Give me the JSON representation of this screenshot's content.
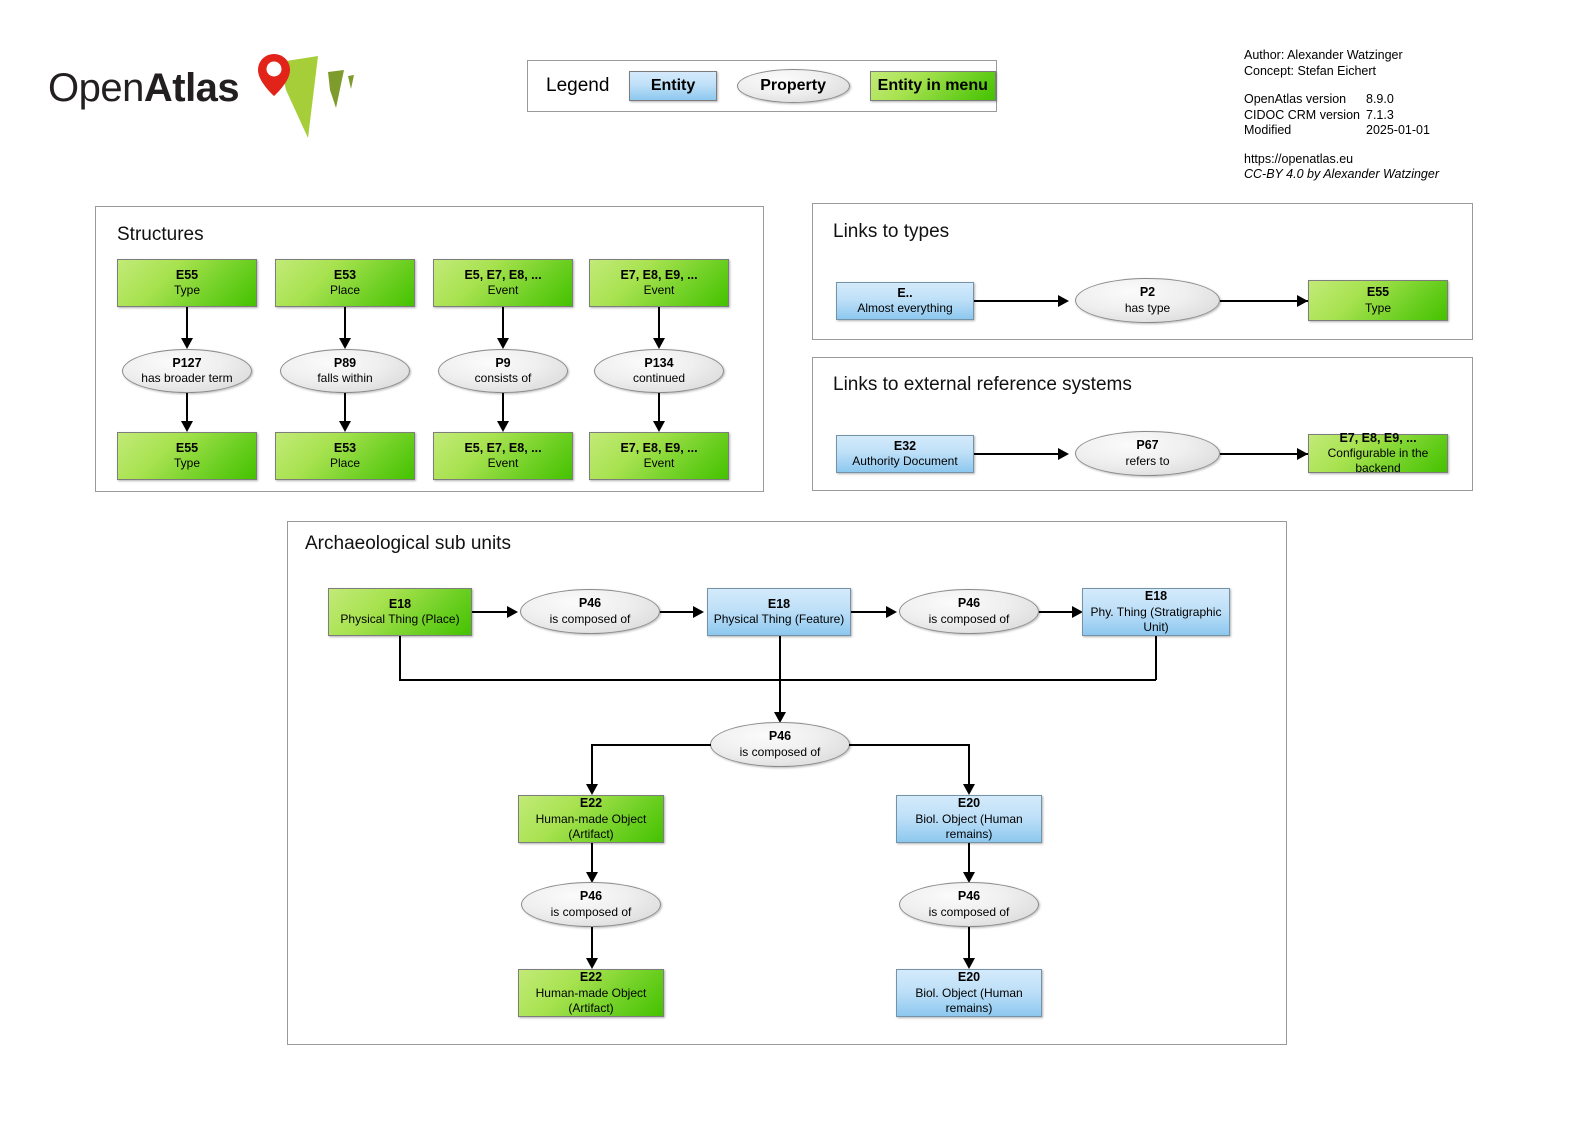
{
  "logo": {
    "text_light": "Open",
    "text_bold": "Atlas",
    "icon": "map-pin-icon"
  },
  "legend": {
    "label": "Legend",
    "entity": "Entity",
    "property": "Property",
    "entity_in_menu": "Entity in menu"
  },
  "meta": {
    "author": "Author: Alexander Watzinger",
    "concept": "Concept: Stefan Eichert",
    "openatlas_version_label": "OpenAtlas version",
    "openatlas_version_value": "8.9.0",
    "cidoc_version_label": "CIDOC CRM version",
    "cidoc_version_value": "7.1.3",
    "modified_label": "Modified",
    "modified_value": "2025-01-01",
    "url": "https://openatlas.eu",
    "license": "CC-BY 4.0 by Alexander Watzinger"
  },
  "panels": {
    "structures": {
      "title": "Structures",
      "columns": [
        {
          "source": {
            "code": "E55",
            "name": "Type",
            "style": "green"
          },
          "property": {
            "code": "P127",
            "name": "has broader term"
          },
          "target": {
            "code": "E55",
            "name": "Type",
            "style": "green"
          }
        },
        {
          "source": {
            "code": "E53",
            "name": "Place",
            "style": "green"
          },
          "property": {
            "code": "P89",
            "name": "falls within"
          },
          "target": {
            "code": "E53",
            "name": "Place",
            "style": "green"
          }
        },
        {
          "source": {
            "code": "E5, E7, E8, ...",
            "name": "Event",
            "style": "green"
          },
          "property": {
            "code": "P9",
            "name": "consists of"
          },
          "target": {
            "code": "E5, E7, E8, ...",
            "name": "Event",
            "style": "green"
          }
        },
        {
          "source": {
            "code": "E7, E8, E9, ...",
            "name": "Event",
            "style": "green"
          },
          "property": {
            "code": "P134",
            "name": "continued"
          },
          "target": {
            "code": "E7, E8, E9, ...",
            "name": "Event",
            "style": "green"
          }
        }
      ]
    },
    "links_to_types": {
      "title": "Links to types",
      "source": {
        "code": "E..",
        "name": "Almost everything",
        "style": "blue"
      },
      "property": {
        "code": "P2",
        "name": "has type"
      },
      "target": {
        "code": "E55",
        "name": "Type",
        "style": "green"
      }
    },
    "links_to_ers": {
      "title": "Links to external reference systems",
      "source": {
        "code": "E32",
        "name": "Authority Document",
        "style": "blue"
      },
      "property": {
        "code": "P67",
        "name": "refers to"
      },
      "target": {
        "code": "E7, E8, E9, ...",
        "name": "Configurable in the backend",
        "style": "green"
      }
    },
    "archaeological": {
      "title": "Archaeological sub units",
      "place": {
        "code": "E18",
        "name": "Physical Thing (Place)",
        "style": "green"
      },
      "prop_place_feature": {
        "code": "P46",
        "name": "is composed of"
      },
      "feature": {
        "code": "E18",
        "name": "Physical Thing (Feature)",
        "style": "blue"
      },
      "prop_feature_strat": {
        "code": "P46",
        "name": "is composed of"
      },
      "stratigraphic": {
        "code": "E18",
        "name": "Phy. Thing (Stratigraphic Unit)",
        "style": "blue"
      },
      "prop_central": {
        "code": "P46",
        "name": "is composed of"
      },
      "artifact": {
        "code": "E22",
        "name": "Human-made Object (Artifact)",
        "style": "green"
      },
      "prop_artifact": {
        "code": "P46",
        "name": "is composed of"
      },
      "artifact_sub": {
        "code": "E22",
        "name": "Human-made Object (Artifact)",
        "style": "green"
      },
      "human_remains": {
        "code": "E20",
        "name": "Biol. Object (Human remains)",
        "style": "blue"
      },
      "prop_human_remains": {
        "code": "P46",
        "name": "is composed of"
      },
      "human_remains_sub": {
        "code": "E20",
        "name": "Biol. Object (Human remains)",
        "style": "blue"
      }
    }
  },
  "colors": {
    "entity": "#bfe0f8",
    "entity_in_menu": "#8fdb3c",
    "property": "#e4e4e4",
    "panel_border": "#9a9a9a",
    "logo_green": "#a6ce39",
    "logo_pin_red": "#e2231a"
  }
}
